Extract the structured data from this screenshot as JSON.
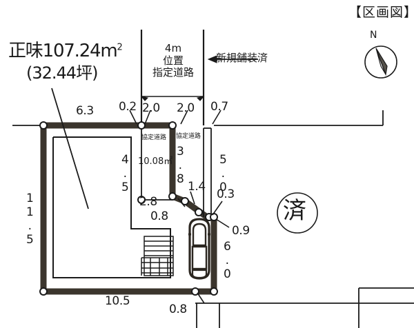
{
  "sheet": {
    "title": "【区画図】",
    "compass": {
      "label": "N",
      "icon": "compass-needle-icon"
    }
  },
  "area_summary": {
    "net_area_label": "正味107.24",
    "net_area_unit": "m",
    "unit_sup": "2",
    "tsubo_label": "(32.44坪)"
  },
  "road": {
    "top_road_label": "4m\n位置\n指定道路",
    "new_pavement_label": "新規舗装済",
    "agreement_road_label_1": "協定道路",
    "agreement_road_label_2": "協定道路",
    "agreement_area": "10.08㎡"
  },
  "stamp": {
    "text": "済"
  },
  "dimensions": {
    "top_6_3": "6.3",
    "top_0_2": "0.2",
    "top_2_0_a": "2.0",
    "top_2_0_b": "2.0",
    "top_0_7": "0.7",
    "left_11_5": "11.5",
    "bottom_10_5": "10.5",
    "bottom_0_8": "0.8",
    "inner_4_5": "4.5",
    "inner_3_8": "3.8",
    "inner_2_8": "2.8",
    "inner_0_8": "0.8",
    "inner_1_4": "1.4",
    "right_5_0": "5.0",
    "right_0_3": "0.3",
    "right_0_9": "0.9",
    "right_6_0": "6.0"
  },
  "colors": {
    "ink": "#1a1a1a",
    "boundary_fill": "#4a4339",
    "paper": "#ffffff"
  },
  "features": {
    "car_icon": "car-top-view-icon",
    "stairs_icon": "stairs-hatch-icon",
    "building_outline": "building-footprint"
  }
}
